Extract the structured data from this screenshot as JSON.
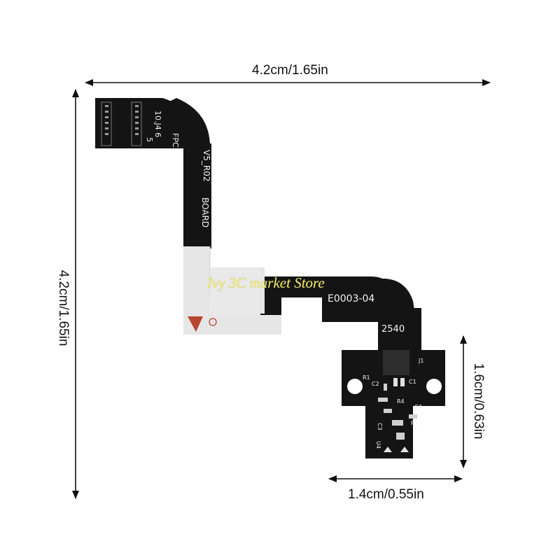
{
  "dimensions": {
    "width_total": "4.2cm/1.65in",
    "height_total": "4.2cm/1.65in",
    "height_end": "1.6cm/0.63in",
    "width_end": "1.4cm/0.55in"
  },
  "watermark": "Ivy 3C market Store",
  "pcb_markings": {
    "connector_pins": "10.J4 6",
    "connector_num": "5",
    "fpc": "FPC",
    "revision": "V5_R02",
    "board": "BOARD",
    "part_number": "E0003-04",
    "date_code": "2540",
    "ref_j1": "J1",
    "ref_r1": "R1",
    "ref_c2": "C2",
    "ref_c1": "C1",
    "ref_r4": "R4",
    "ref_c4": "C4",
    "ref_r2": "R2",
    "ref_c3": "C3",
    "ref_u4": "U4"
  },
  "colors": {
    "pcb": "#141414",
    "stiffener": "#e9e9e9",
    "arrow": "#111111",
    "watermark": "#f3e96a"
  }
}
